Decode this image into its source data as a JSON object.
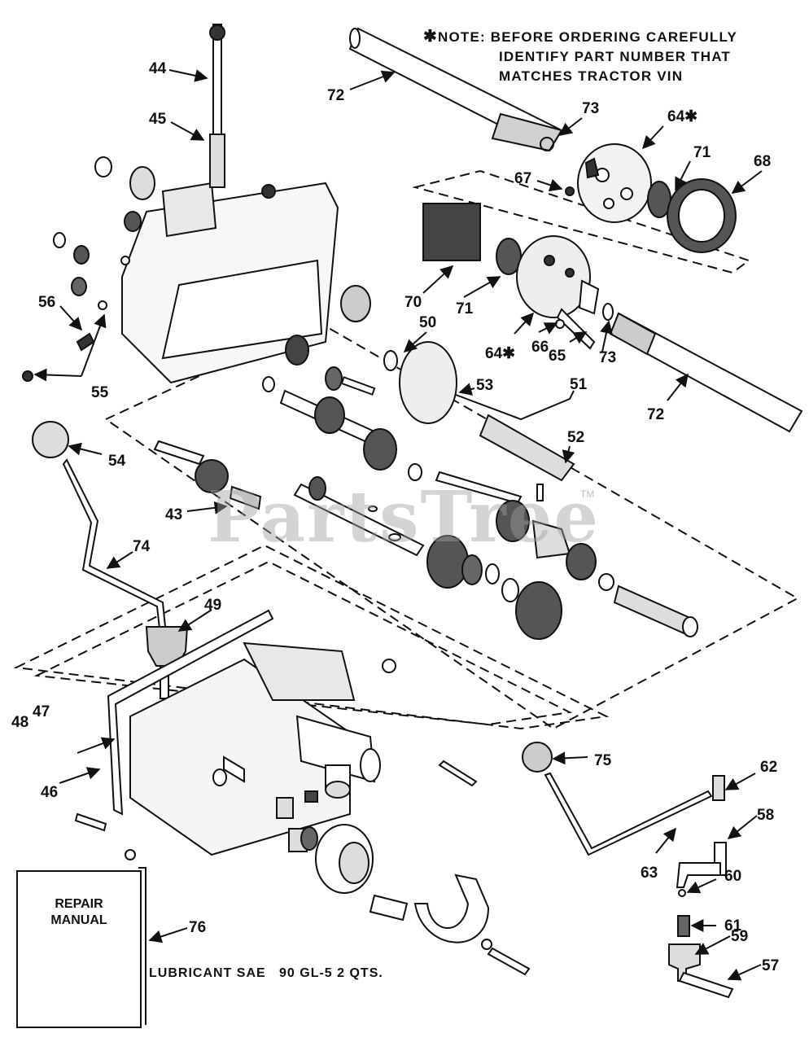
{
  "note": {
    "symbol": "✱",
    "line1": "NOTE: BEFORE ORDERING CAREFULLY",
    "line2": "IDENTIFY PART NUMBER THAT",
    "line3": "MATCHES TRACTOR VIN"
  },
  "manual": {
    "line1": "REPAIR",
    "line2": "MANUAL"
  },
  "lubricant": "LUBRICANT SAE   90 GL-5 2 QTS.",
  "watermark": {
    "text": "PartsTree",
    "trademark": "TM"
  },
  "callouts": [
    {
      "id": "44",
      "text": "44"
    },
    {
      "id": "45",
      "text": "45"
    },
    {
      "id": "72a",
      "text": "72"
    },
    {
      "id": "73a",
      "text": "73"
    },
    {
      "id": "64a",
      "text": "64✱"
    },
    {
      "id": "71a",
      "text": "71"
    },
    {
      "id": "68",
      "text": "68"
    },
    {
      "id": "67",
      "text": "67"
    },
    {
      "id": "70",
      "text": "70"
    },
    {
      "id": "71b",
      "text": "71"
    },
    {
      "id": "56",
      "text": "56"
    },
    {
      "id": "55",
      "text": "55"
    },
    {
      "id": "50",
      "text": "50"
    },
    {
      "id": "64b",
      "text": "64✱"
    },
    {
      "id": "66",
      "text": "66"
    },
    {
      "id": "65",
      "text": "65"
    },
    {
      "id": "73b",
      "text": "73"
    },
    {
      "id": "72b",
      "text": "72"
    },
    {
      "id": "53",
      "text": "53"
    },
    {
      "id": "51",
      "text": "51"
    },
    {
      "id": "52",
      "text": "52"
    },
    {
      "id": "54",
      "text": "54"
    },
    {
      "id": "43",
      "text": "43"
    },
    {
      "id": "74",
      "text": "74"
    },
    {
      "id": "49",
      "text": "49"
    },
    {
      "id": "48",
      "text": "48"
    },
    {
      "id": "47",
      "text": "47"
    },
    {
      "id": "46",
      "text": "46"
    },
    {
      "id": "75",
      "text": "75"
    },
    {
      "id": "62",
      "text": "62"
    },
    {
      "id": "58",
      "text": "58"
    },
    {
      "id": "63",
      "text": "63"
    },
    {
      "id": "60",
      "text": "60"
    },
    {
      "id": "61",
      "text": "61"
    },
    {
      "id": "59",
      "text": "59"
    },
    {
      "id": "57",
      "text": "57"
    },
    {
      "id": "76",
      "text": "76"
    }
  ]
}
